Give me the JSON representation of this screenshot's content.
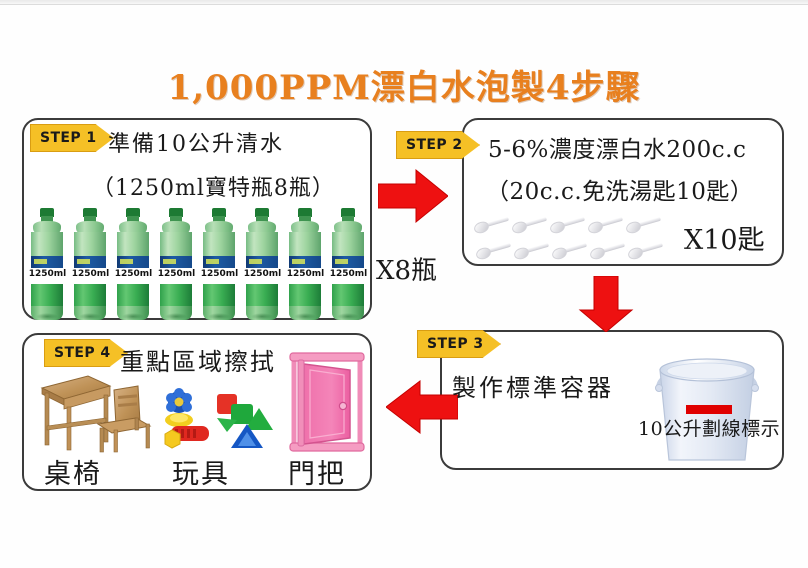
{
  "title": "1,000PPM漂白水泡製4步驟",
  "colors": {
    "title": "#e8801f",
    "badge_fill": "#f5c026",
    "badge_border": "#d99d12",
    "arrow_red": "#ee1111",
    "panel_border": "#3b3b3b",
    "bottle_green": "#3fa354",
    "bucket_blue": "#dfe6f2",
    "bucket_mark_red": "#e00000",
    "door_pink": "#f06ca8",
    "desk_wood": "#c49a5e"
  },
  "steps": [
    {
      "badge": "STEP 1",
      "line1": "準備10公升清水",
      "line2": "（1250ml寶特瓶8瓶）",
      "multiplier": "X8瓶",
      "bottle_count": 8,
      "bottle_volume_label": "1250ml"
    },
    {
      "badge": "STEP 2",
      "line1": "5-6%濃度漂白水200c.c",
      "line2": "（20c.c.免洗湯匙10匙）",
      "multiplier": "X10匙",
      "spoon_count": 10
    },
    {
      "badge": "STEP 3",
      "line1": "製作標準容器",
      "caption": "10公升劃線標示"
    },
    {
      "badge": "STEP 4",
      "line1": "重點區域擦拭",
      "items": [
        "桌椅",
        "玩具",
        "門把"
      ]
    }
  ],
  "arrows": [
    {
      "name": "arrow-right",
      "direction": "right"
    },
    {
      "name": "arrow-down",
      "direction": "down"
    },
    {
      "name": "arrow-left",
      "direction": "left"
    }
  ]
}
